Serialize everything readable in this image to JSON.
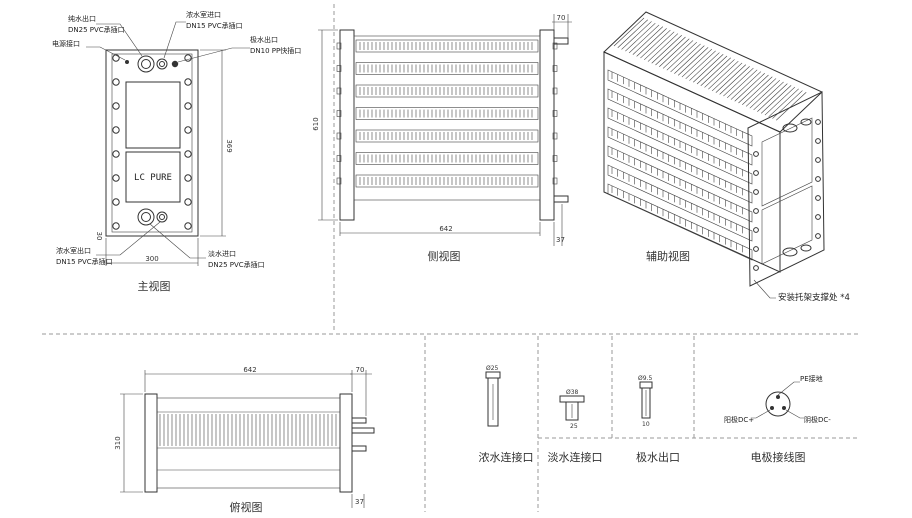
{
  "front_view": {
    "caption": "主视图",
    "labels": {
      "pure_out": "纯水出口",
      "pure_out_spec": "DN25 PVC承插口",
      "power": "电源接口",
      "conc_in": "浓水室进口",
      "conc_in_spec": "DN15 PVC承插口",
      "electrode_out": "极水出口",
      "electrode_out_spec": "DN10 PP快插口",
      "conc_out": "浓水室出口",
      "conc_out_spec": "DN15 PVC承插口",
      "fresh_in": "淡水进口",
      "fresh_in_spec": "DN25 PVC承插口",
      "brand": "LC PURE"
    },
    "dims": {
      "width": "300",
      "height": "369",
      "edge": "30"
    }
  },
  "side_view": {
    "caption": "侧视图",
    "dims": {
      "length": "642",
      "height": "610",
      "top": "70",
      "bottom": "37"
    }
  },
  "aux_view": {
    "caption": "辅助视图",
    "note": "安装托架支撑处 *4"
  },
  "top_view": {
    "caption": "俯视图",
    "dims": {
      "length": "642",
      "right": "70",
      "height": "310",
      "bottom": "37"
    }
  },
  "connectors": [
    {
      "caption": "浓水连接口",
      "dim_top": "Ø25"
    },
    {
      "caption": "淡水连接口",
      "dim_top": "Ø38",
      "dim_bottom": "25"
    },
    {
      "caption": "极水出口",
      "dim_top": "Ø9.5",
      "dim_bottom": "10"
    }
  ],
  "electrode": {
    "caption": "电极接线图",
    "pe_label": "PE接地",
    "anode_label": "阳极DC+",
    "cathode_label": "阴极DC-"
  }
}
